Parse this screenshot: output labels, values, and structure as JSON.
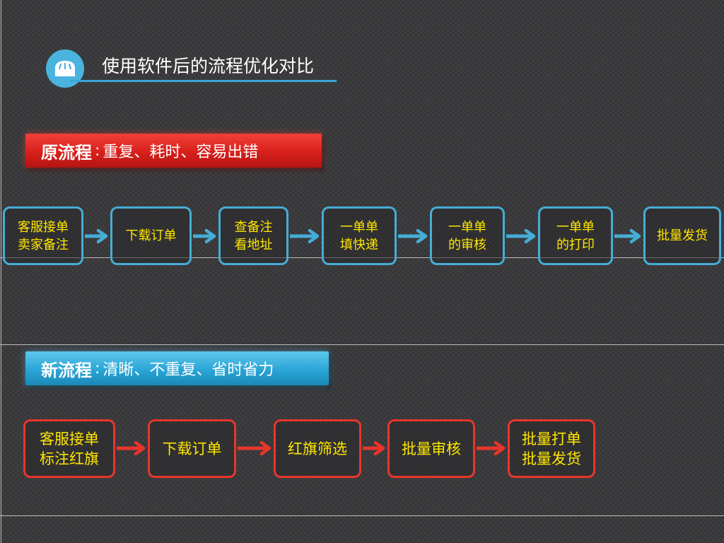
{
  "title": {
    "text": "使用软件后的流程优化对比",
    "icon": "bread-icon",
    "accent_color": "#4ab4de"
  },
  "old_process": {
    "heading": "原流程",
    "separator": ":",
    "description": "重复、耗时、容易出错",
    "banner_color": "#d8201b",
    "node_border_color": "#46add6",
    "steps": [
      {
        "label": "客服接单\n卖家备注"
      },
      {
        "label": "下载订单"
      },
      {
        "label": "查备注\n看地址"
      },
      {
        "label": "一单单\n填快递"
      },
      {
        "label": "一单单\n的审核"
      },
      {
        "label": "一单单\n的打印"
      },
      {
        "label": "批量发货"
      }
    ]
  },
  "new_process": {
    "heading": "新流程",
    "separator": ":",
    "description": "清晰、不重复、省时省力",
    "banner_color": "#2aa5d6",
    "node_border_color": "#e8352c",
    "steps": [
      {
        "label": "客服接单\n标注红旗"
      },
      {
        "label": "下载订单"
      },
      {
        "label": "红旗筛选"
      },
      {
        "label": "批量审核"
      },
      {
        "label": "批量打单\n批量发货"
      }
    ]
  },
  "text_color": "#ffe600"
}
